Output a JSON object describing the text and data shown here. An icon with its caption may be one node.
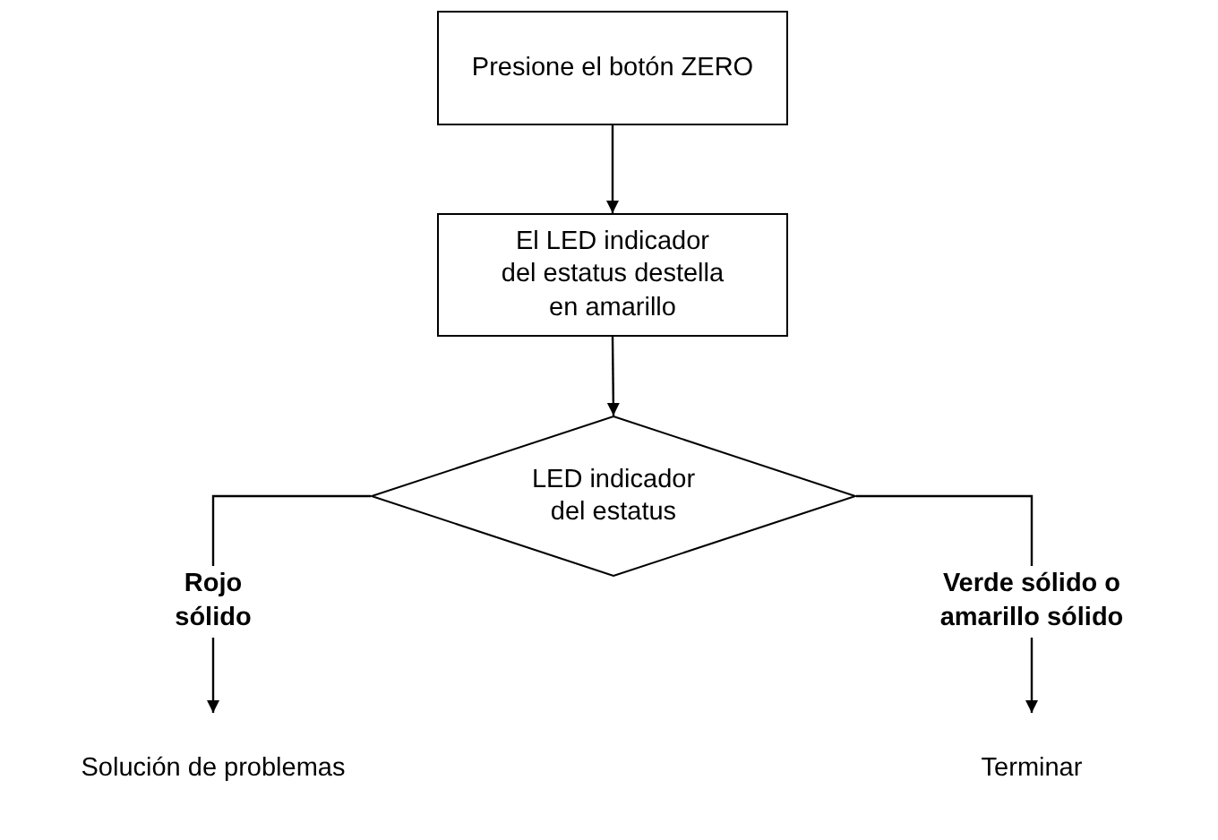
{
  "diagram": {
    "nodes": [
      {
        "text": [
          "Presione el botón ZERO"
        ]
      },
      {
        "text": [
          "El LED indicador del estatus destella en amarillo"
        ]
      },
      {
        "text": [
          "LED indicador del estatus"
        ]
      },
      {
        "text": [
          "Solución de problemas"
        ]
      },
      {
        "text": [
          "Terminar"
        ]
      }
    ],
    "edges": [
      {
        "from": 0,
        "to": 1,
        "arrow": "to"
      },
      {
        "from": 1,
        "to": 2,
        "arrow": "to"
      },
      {
        "from": 2,
        "to": 3,
        "arrow": "to",
        "label": "Rojo sólido"
      },
      {
        "from": 2,
        "to": 4,
        "arrow": "to",
        "label": "Verde sólido o amarillo sólido"
      }
    ]
  }
}
